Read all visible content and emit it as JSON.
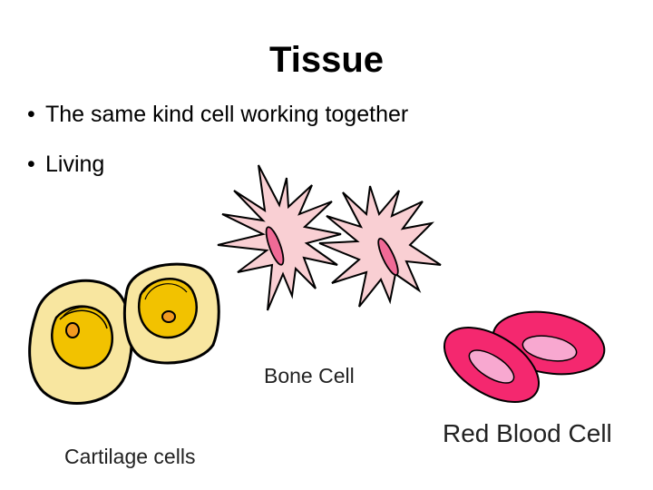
{
  "slide": {
    "title": "Tissue",
    "bullets": [
      {
        "bullet": "•",
        "text": "The same kind cell working together"
      },
      {
        "bullet": "•",
        "text": "Living"
      }
    ]
  },
  "illustrations": {
    "bone_label": "Bone Cell",
    "rbc_label": "Red Blood Cell",
    "cartilage_label": "Cartilage cells"
  },
  "colors": {
    "cartilage_fill": "#f8e6a0",
    "cartilage_nucleus": "#f2c200",
    "bone_fill": "#f9cfd3",
    "bone_nucleus": "#f06a96",
    "rbc_outer": "#f4286f",
    "rbc_inner": "#f8a8d0"
  }
}
